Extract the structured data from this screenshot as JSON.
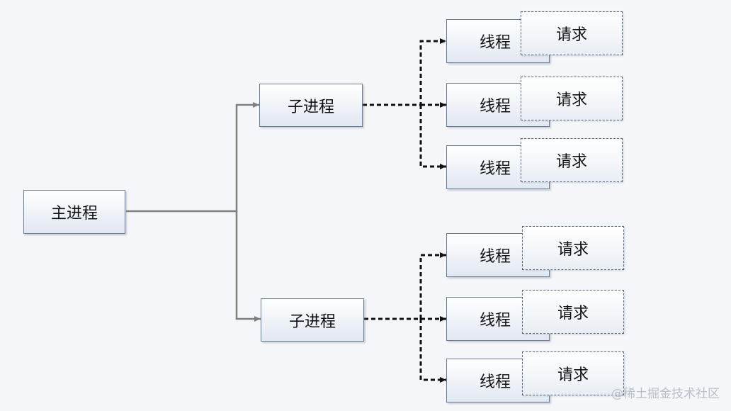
{
  "diagram": {
    "main_process": "主进程",
    "groups": [
      {
        "child_process": "子进程",
        "threads": [
          {
            "label": "线程",
            "request": "请求"
          },
          {
            "label": "线程",
            "request": "请求"
          },
          {
            "label": "线程",
            "request": "请求"
          }
        ]
      },
      {
        "child_process": "子进程",
        "threads": [
          {
            "label": "线程",
            "request": "请求"
          },
          {
            "label": "线程",
            "request": "请求"
          },
          {
            "label": "线程",
            "request": "请求"
          }
        ]
      }
    ]
  },
  "watermark": "@稀土掘金技术社区",
  "colors": {
    "solid_connector": "#7f7f7f",
    "dashed_connector": "#111111",
    "box_border": "#6a7d95"
  }
}
